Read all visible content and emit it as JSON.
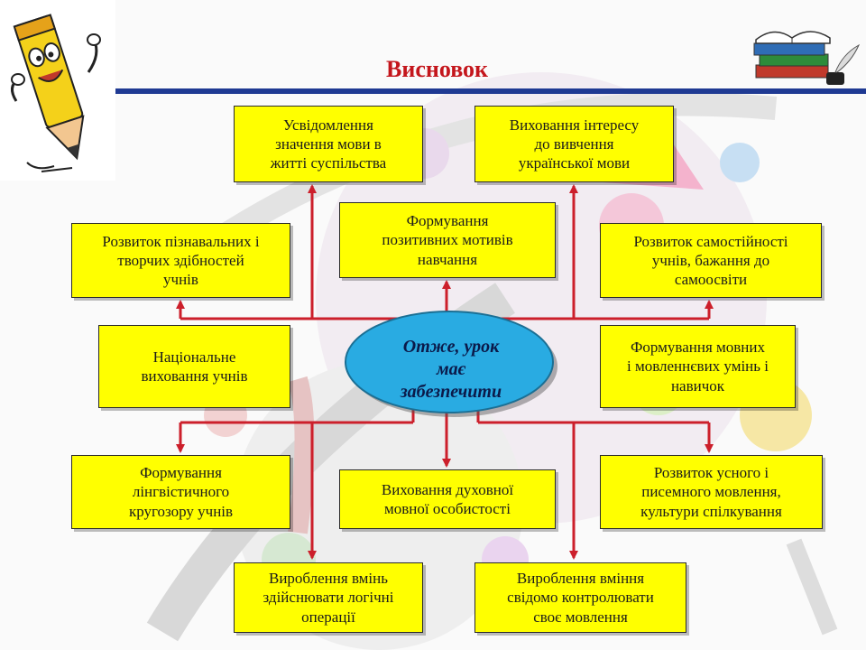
{
  "slide": {
    "title": "Висновок",
    "center": "Отже,  урок\nмає\nзабезпечити",
    "boxes": {
      "awareness": "Усвідомлення\nзначення мови в\nжитті суспільства",
      "interest": "Виховання інтересу\nдо вивчення\nукраїнської мови",
      "motives": "Формування\nпозитивних мотивів\nнавчання",
      "cognitive": "Розвиток пізнавальних і\nтворчих здібностей\nучнів",
      "independence": "Розвиток самостійності\nучнів, бажання до\nсамоосвіти",
      "national": "Національне\nвиховання учнів",
      "skills": "Формування мовних\nі мовленнєвих умінь і\nнавичок",
      "linguistic": "Формування\nлінгвістичного\nкругозору  учнів",
      "spiritual": "Виховання духовної\nмовної особистості",
      "speech": "Розвиток усного і\nписемного мовлення,\nкультури спілкування",
      "logic": "Вироблення вмінь\nздійснювати логічні\nоперації",
      "control": "Вироблення вміння\nсвідомо контролювати\nсвоє мовлення"
    }
  },
  "colors": {
    "box_fill": "#ffff00",
    "ellipse_fill": "#29abe2",
    "arrow": "#cc1f2b",
    "title": "#c4161c",
    "title_rule": "#1f3a93"
  },
  "icons": [
    "pencil-mascot-icon",
    "books-icon",
    "quill-inkwell-icon"
  ]
}
